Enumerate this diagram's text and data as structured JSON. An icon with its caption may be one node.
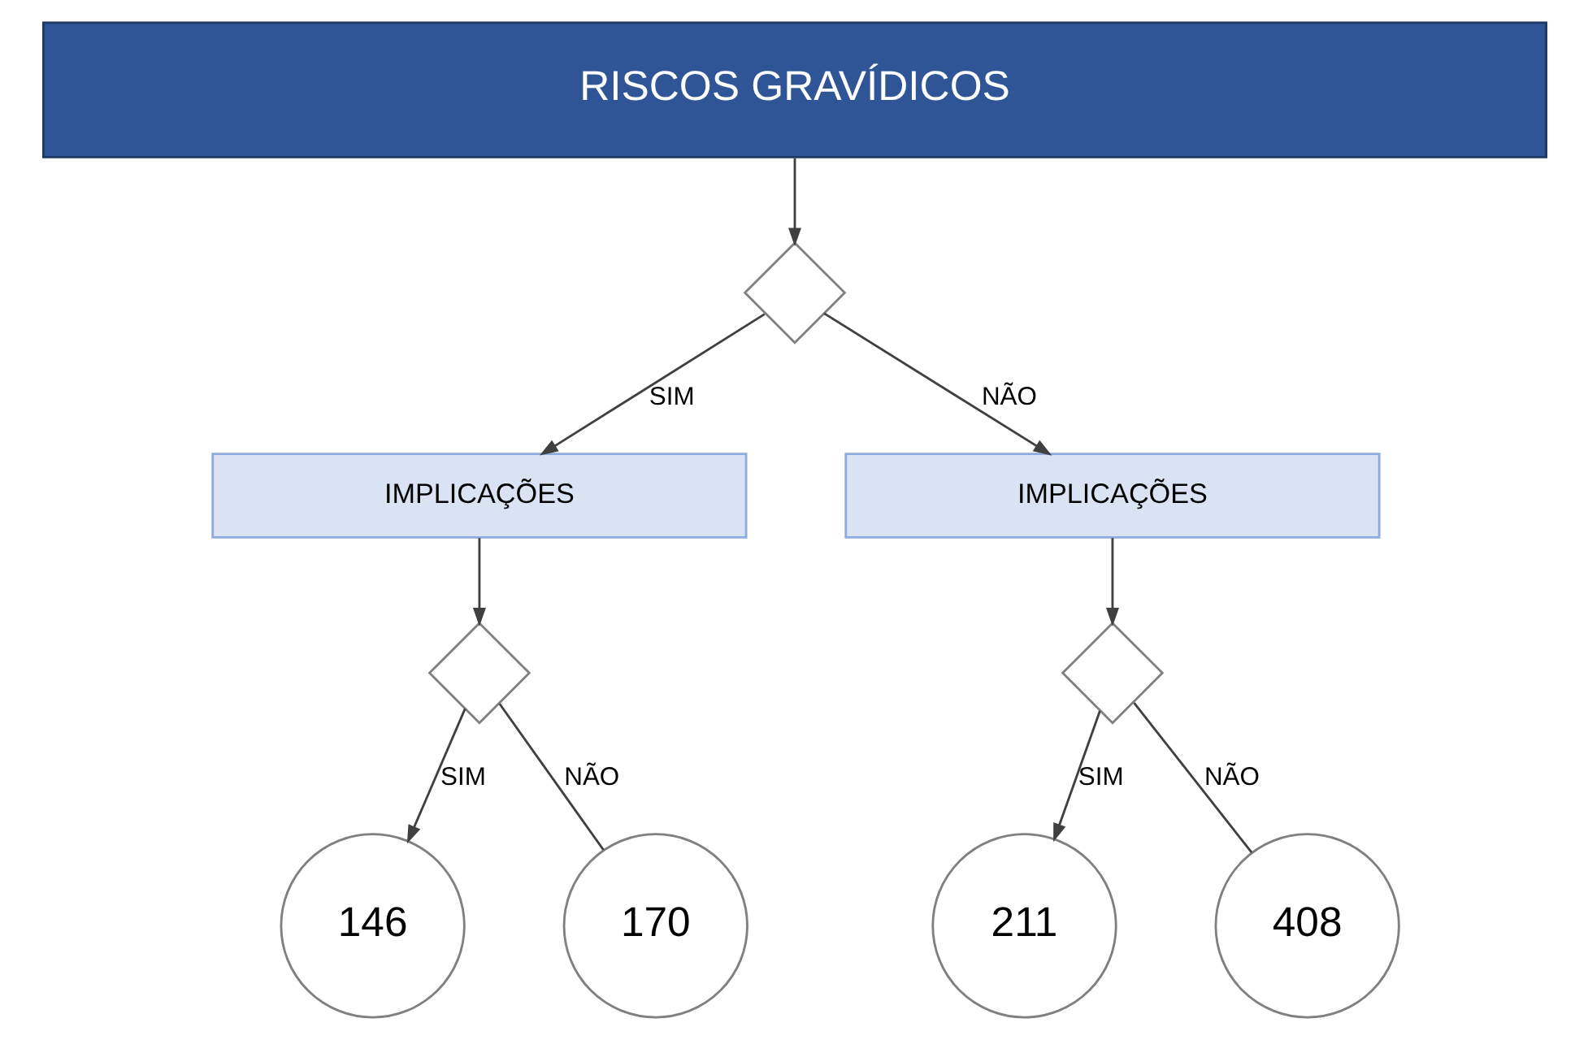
{
  "diagram": {
    "nodes": [
      {
        "text": [
          "RISCOS GRAVÍDICOS"
        ]
      },
      {
        "text": [],
        "shape": "diamond"
      },
      {
        "text": [
          "IMPLICAÇÕES"
        ]
      },
      {
        "text": [
          "IMPLICAÇÕES"
        ]
      },
      {
        "text": [],
        "shape": "diamond"
      },
      {
        "text": [],
        "shape": "diamond"
      },
      {
        "text": [
          "146"
        ]
      },
      {
        "text": [
          "170"
        ]
      },
      {
        "text": [
          "211"
        ]
      },
      {
        "text": [
          "408"
        ]
      }
    ],
    "edges": [
      {
        "from": 0,
        "to": 1,
        "arrow": "to"
      },
      {
        "from": 1,
        "to": 2,
        "arrow": "to",
        "label": "SIM"
      },
      {
        "from": 1,
        "to": 3,
        "arrow": "to",
        "label": "NÃO"
      },
      {
        "from": 2,
        "to": 4,
        "arrow": "to"
      },
      {
        "from": 3,
        "to": 5,
        "arrow": "to"
      },
      {
        "from": 4,
        "to": 6,
        "arrow": "to",
        "label": "SIM"
      },
      {
        "from": 4,
        "to": 7,
        "arrow": "none",
        "label": "NÃO"
      },
      {
        "from": 5,
        "to": 8,
        "arrow": "to",
        "label": "SIM"
      },
      {
        "from": 5,
        "to": 9,
        "arrow": "none",
        "label": "NÃO"
      }
    ]
  }
}
